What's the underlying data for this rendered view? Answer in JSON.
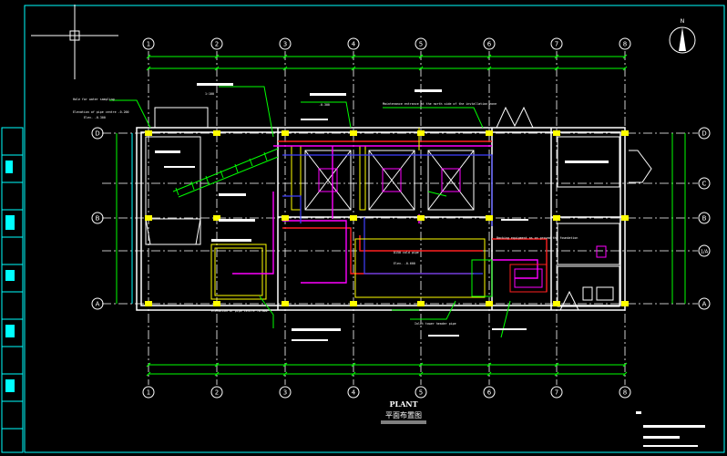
{
  "grid": {
    "columns": [
      "1",
      "2",
      "3",
      "4",
      "5",
      "6",
      "7",
      "8"
    ],
    "rows": [
      "D",
      "C",
      "B",
      "1/A",
      "A"
    ]
  },
  "north_label": "N",
  "drawing": {
    "title": "PLANT",
    "subtitle": "平面布置图"
  },
  "annotations": {
    "left_note_1": "Hole for water sampling",
    "left_note_2": "Elevation of pipe centre -0.200",
    "left_note_3": "Elev. -0.300",
    "note_top_centre": "Maintenance entrance at the north side of the installation zone",
    "note_scale_a": "1:100",
    "note_scale_b": "-0.300",
    "note_cleaning": "Backing equipment as on ground the foundation",
    "note_bottom_centre": "Inlet tower header pipe",
    "note_bottom_left": "Elevation of pipe centre -0.600",
    "note_small_a": "D150 cold pipe",
    "note_small_b": "Elev. -0.600"
  },
  "colors": {
    "background": "#000000",
    "grid": "#ffffff",
    "walls": "#ffffff",
    "structure": "#00ff00",
    "dimension": "#00ffff",
    "pipe_red": "#ff2020",
    "pipe_magenta": "#ff00ff",
    "pipe_blue": "#4040ff",
    "highlight": "#ffff00"
  }
}
